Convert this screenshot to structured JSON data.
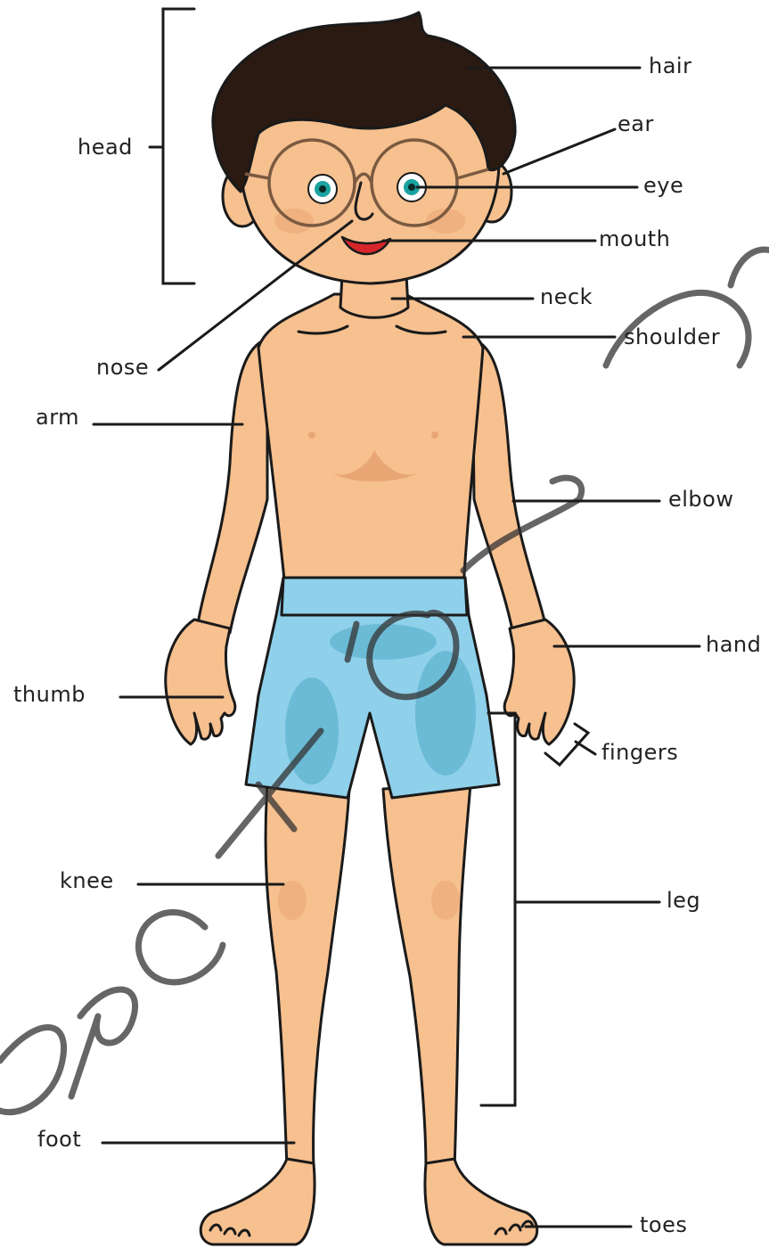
{
  "diagram": {
    "labels": {
      "hair": "hair",
      "head": "head",
      "ear": "ear",
      "eye": "eye",
      "mouth": "mouth",
      "neck": "neck",
      "shoulder": "shoulder",
      "nose": "nose",
      "arm": "arm",
      "elbow": "elbow",
      "hand": "hand",
      "thumb": "thumb",
      "fingers": "fingers",
      "knee": "knee",
      "leg": "leg",
      "foot": "foot",
      "toes": "toes"
    },
    "colors": {
      "skin": "#f6c08f",
      "hair": "#2a1a12",
      "shorts": "#8fd0ea",
      "eyes": "#1aa3a0",
      "mouth": "#d7262a",
      "watermark": "#333333"
    }
  }
}
